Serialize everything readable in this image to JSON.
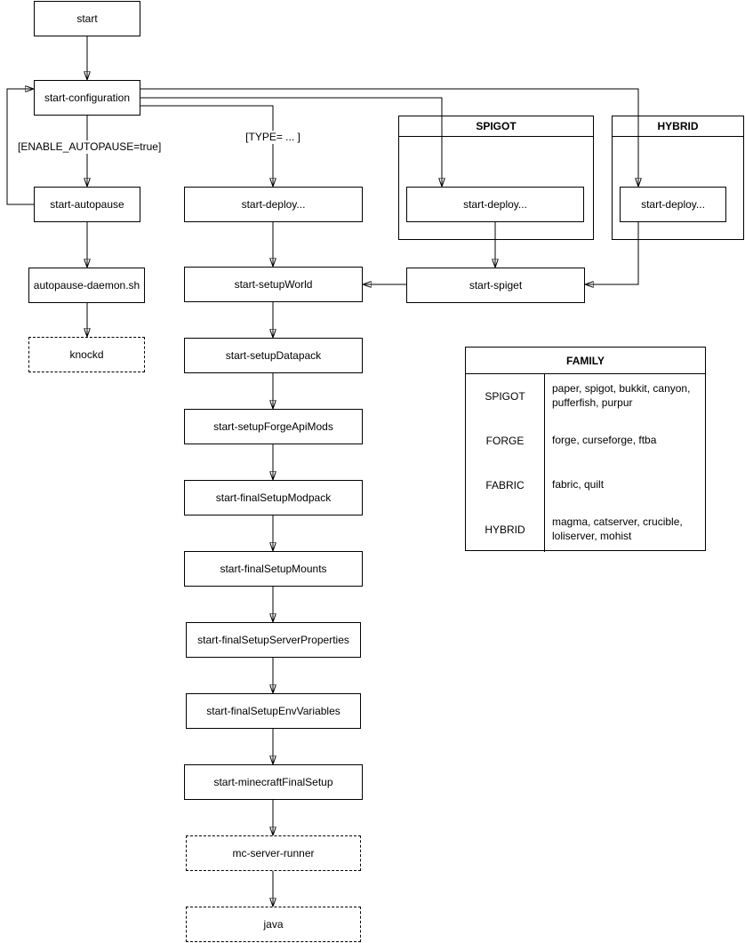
{
  "nodes": {
    "start": {
      "label": "start"
    },
    "start_configuration": {
      "label": "start-configuration"
    },
    "start_autopause": {
      "label": "start-autopause"
    },
    "autopause_daemon_sh": {
      "label": "autopause-daemon.sh"
    },
    "knockd": {
      "label": "knockd"
    },
    "start_deploy_main": {
      "label": "start-deploy..."
    },
    "start_setup_world": {
      "label": "start-setupWorld"
    },
    "start_setup_datapack": {
      "label": "start-setupDatapack"
    },
    "start_setup_forge_api_mods": {
      "label": "start-setupForgeApiMods"
    },
    "start_final_setup_modpack": {
      "label": "start-finalSetupModpack"
    },
    "start_final_setup_mounts": {
      "label": "start-finalSetupMounts"
    },
    "start_final_setup_server_properties": {
      "label": "start-finalSetupServerProperties"
    },
    "start_final_setup_env_variables": {
      "label": "start-finalSetupEnvVariables"
    },
    "start_minecraft_final_setup": {
      "label": "start-minecraftFinalSetup"
    },
    "mc_server_runner": {
      "label": "mc-server-runner"
    },
    "java": {
      "label": "java"
    },
    "start_deploy_spigot": {
      "label": "start-deploy..."
    },
    "start_deploy_hybrid": {
      "label": "start-deploy..."
    },
    "start_spiget": {
      "label": "start-spiget"
    }
  },
  "containers": {
    "spigot": {
      "title": "SPIGOT"
    },
    "hybrid": {
      "title": "HYBRID"
    }
  },
  "edge_labels": {
    "enable_autopause": "[ENABLE_AUTOPAUSE=true]",
    "type": "[TYPE= ... ]"
  },
  "family_table": {
    "title": "FAMILY",
    "rows": [
      {
        "family": "SPIGOT",
        "members": "paper, spigot, bukkit, canyon, pufferfish, purpur"
      },
      {
        "family": "FORGE",
        "members": "forge, curseforge, ftba"
      },
      {
        "family": "FABRIC",
        "members": "fabric, quilt"
      },
      {
        "family": "HYBRID",
        "members": "magma, catserver, crucible, loliserver, mohist"
      }
    ]
  },
  "colors": {
    "stroke": "#000000",
    "fill": "#ffffff",
    "text": "#000000"
  }
}
